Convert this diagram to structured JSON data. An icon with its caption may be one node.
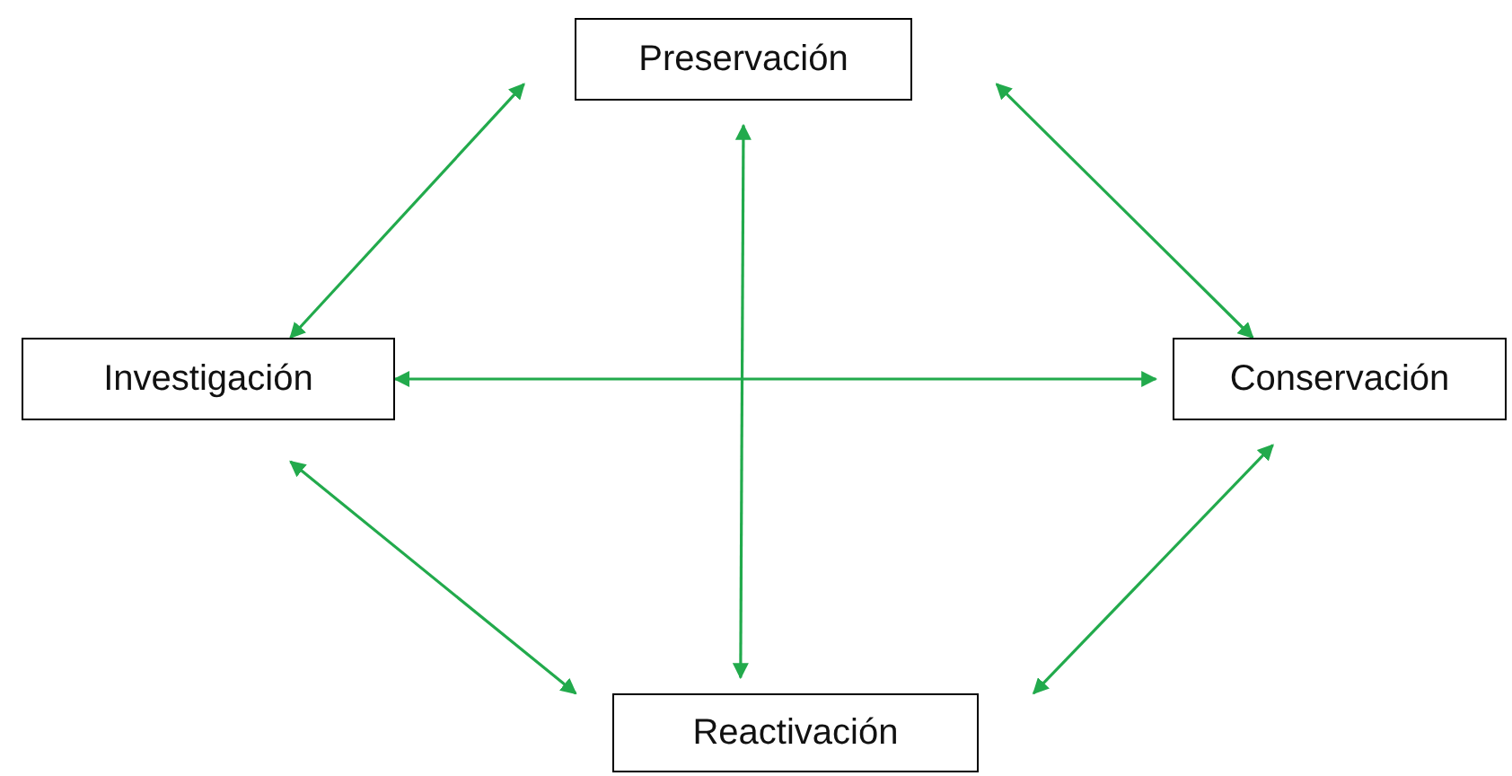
{
  "diagram": {
    "nodes": [
      {
        "text": [
          "Preservación"
        ]
      },
      {
        "text": [
          "Investigación"
        ]
      },
      {
        "text": [
          "Conservación"
        ]
      },
      {
        "text": [
          "Reactivación"
        ]
      }
    ],
    "edges": [
      {
        "from": 1,
        "to": 0,
        "arrow": "both"
      },
      {
        "from": 0,
        "to": 2,
        "arrow": "both"
      },
      {
        "from": 0,
        "to": 3,
        "arrow": "both"
      },
      {
        "from": 1,
        "to": 2,
        "arrow": "both"
      },
      {
        "from": 1,
        "to": 3,
        "arrow": "both"
      },
      {
        "from": 2,
        "to": 3,
        "arrow": "both"
      }
    ]
  }
}
